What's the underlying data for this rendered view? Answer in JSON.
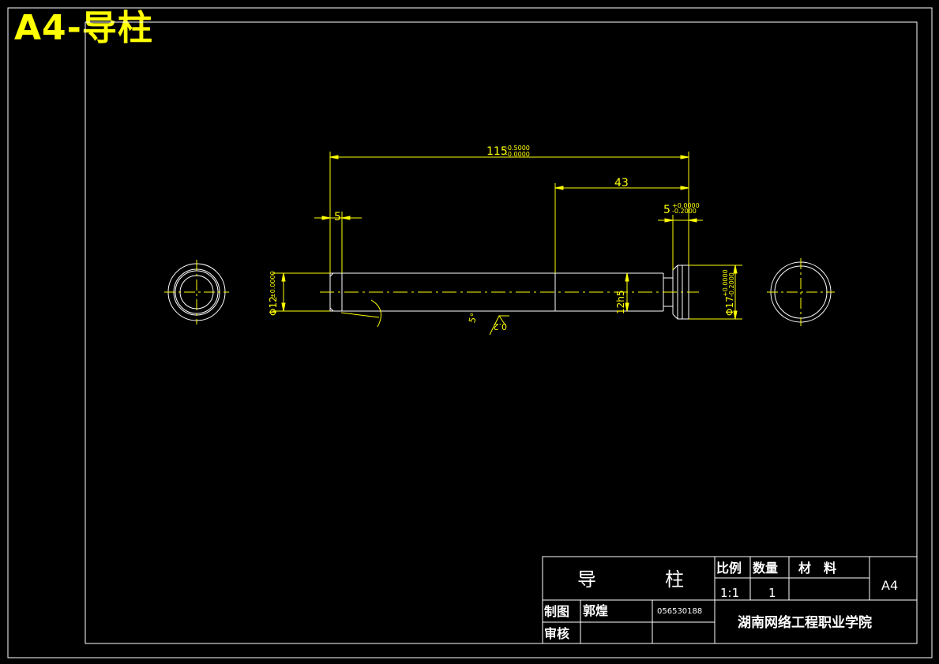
{
  "document_label": "A4-导柱",
  "dimensions": {
    "overall_length": "115",
    "overall_length_tol_upper": "-0.5000",
    "overall_length_tol_lower": "-0.0000",
    "head_length": "43",
    "left_step": "5",
    "right_collar": "5",
    "right_collar_tol_upper": "+0.0000",
    "right_collar_tol_lower": "-0.2000",
    "left_dia": "Φ12",
    "left_dia_tol": "±0.0000",
    "mid_dia": "12h5",
    "right_dia": "Φ17",
    "right_dia_tol_upper": "+0.0000",
    "right_dia_tol_lower": "-0.2000",
    "chamfer_angle": "5°",
    "surface_note": "0.2"
  },
  "title_block": {
    "part_name_1": "导",
    "part_name_2": "柱",
    "scale_label": "比例",
    "quantity_label": "数量",
    "material_label": "材　料",
    "scale_value": "1:1",
    "quantity_value": "1",
    "sheet_size": "A4",
    "drawn_by_label": "制图",
    "drawn_by_name": "郭煌",
    "student_id": "056530188",
    "reviewed_by_label": "审核",
    "institution": "湖南网络工程职业学院"
  },
  "colors": {
    "background": "#000000",
    "frame": "#ffffff",
    "dimension": "#ffff00",
    "label": "#ffff00"
  }
}
